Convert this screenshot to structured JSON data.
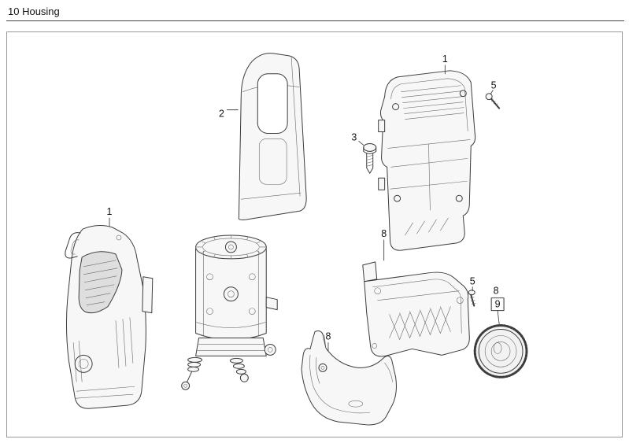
{
  "page": {
    "title": "10 Housing"
  },
  "diagram": {
    "callouts": [
      {
        "label": "1",
        "part": "rear-housing"
      },
      {
        "label": "5",
        "part": "screw-top"
      },
      {
        "label": "3",
        "part": "screw-long"
      },
      {
        "label": "2",
        "part": "top-cover"
      },
      {
        "label": "1",
        "part": "front-housing"
      },
      {
        "label": "8",
        "part": "base-housing"
      },
      {
        "label": "5",
        "part": "screw-mid"
      },
      {
        "label": "8",
        "part": "cap-group"
      },
      {
        "label": "9",
        "part": "cap",
        "boxed": true
      },
      {
        "label": "8",
        "part": "lower-housing"
      }
    ]
  },
  "colors": {
    "ink": "#3c3c3c",
    "leader": "#444444",
    "frame": "#9a9a9a"
  }
}
